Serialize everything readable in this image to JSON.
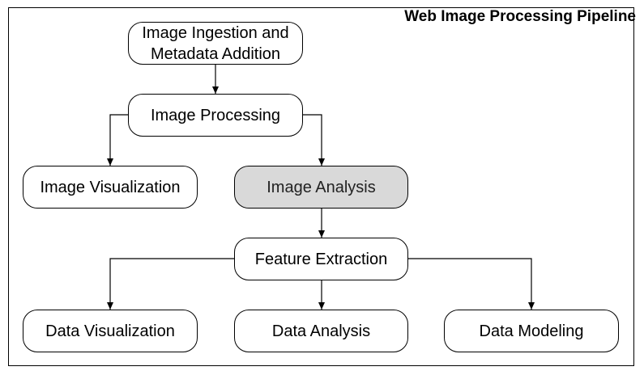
{
  "diagram": {
    "title": "Web Image Processing Pipeline",
    "nodes": {
      "ingestion": "Image Ingestion and Metadata Addition",
      "processing": "Image Processing",
      "visualization": "Image Visualization",
      "analysis": "Image Analysis",
      "feature_extraction": "Feature Extraction",
      "data_visualization": "Data Visualization",
      "data_analysis": "Data Analysis",
      "data_modeling": "Data Modeling"
    },
    "edges": [
      [
        "ingestion",
        "processing"
      ],
      [
        "processing",
        "visualization"
      ],
      [
        "processing",
        "analysis"
      ],
      [
        "analysis",
        "feature_extraction"
      ],
      [
        "feature_extraction",
        "data_visualization"
      ],
      [
        "feature_extraction",
        "data_analysis"
      ],
      [
        "feature_extraction",
        "data_modeling"
      ]
    ],
    "highlighted_node": "analysis",
    "highlight_color": "#d9d9d9"
  }
}
